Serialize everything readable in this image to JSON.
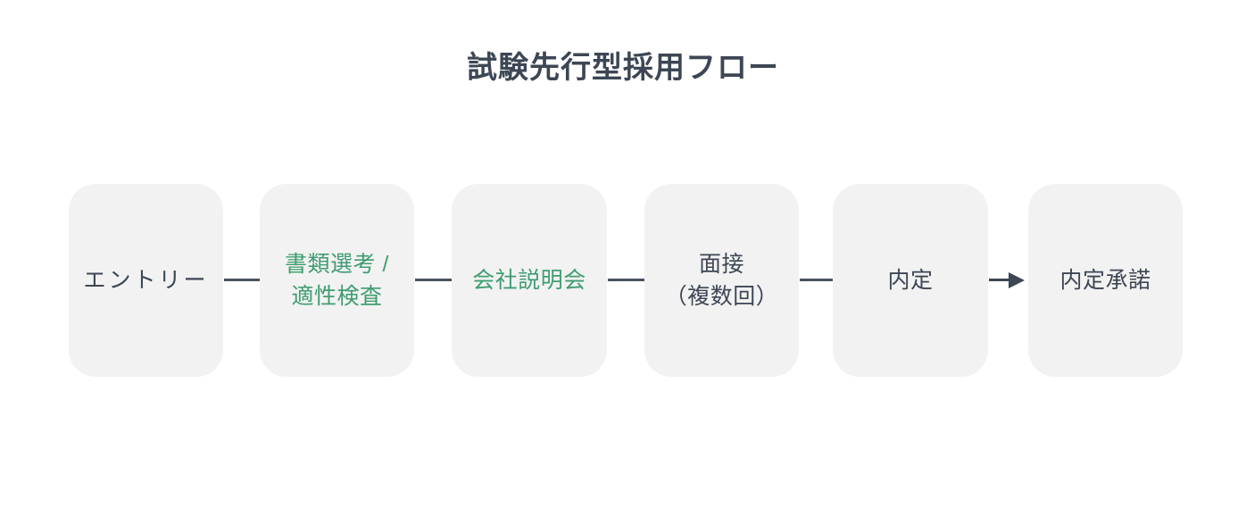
{
  "diagram": {
    "title": "試験先行型採用フロー",
    "title_color": "#3d4654",
    "background_color": "#ffffff",
    "node_fill_color": "#f2f2f2",
    "default_text_color": "#3d4654",
    "accent_text_color": "#3f9d70",
    "connector_color": "#4a5263",
    "nodes": [
      {
        "label": "エントリー",
        "accent": false
      },
      {
        "label": "書類選考 /\n適性検査",
        "accent": true
      },
      {
        "label": "会社説明会",
        "accent": true
      },
      {
        "label": "面接\n（複数回）",
        "accent": false
      },
      {
        "label": "内定",
        "accent": false
      },
      {
        "label": "内定承諾",
        "accent": false
      }
    ],
    "connectors": [
      {
        "from": "エントリー",
        "to": "書類選考 / 適性検査",
        "style": "line"
      },
      {
        "from": "書類選考 / 適性検査",
        "to": "会社説明会",
        "style": "line"
      },
      {
        "from": "会社説明会",
        "to": "面接（複数回）",
        "style": "line"
      },
      {
        "from": "面接（複数回）",
        "to": "内定",
        "style": "line"
      },
      {
        "from": "内定",
        "to": "内定承諾",
        "style": "arrow"
      }
    ]
  }
}
